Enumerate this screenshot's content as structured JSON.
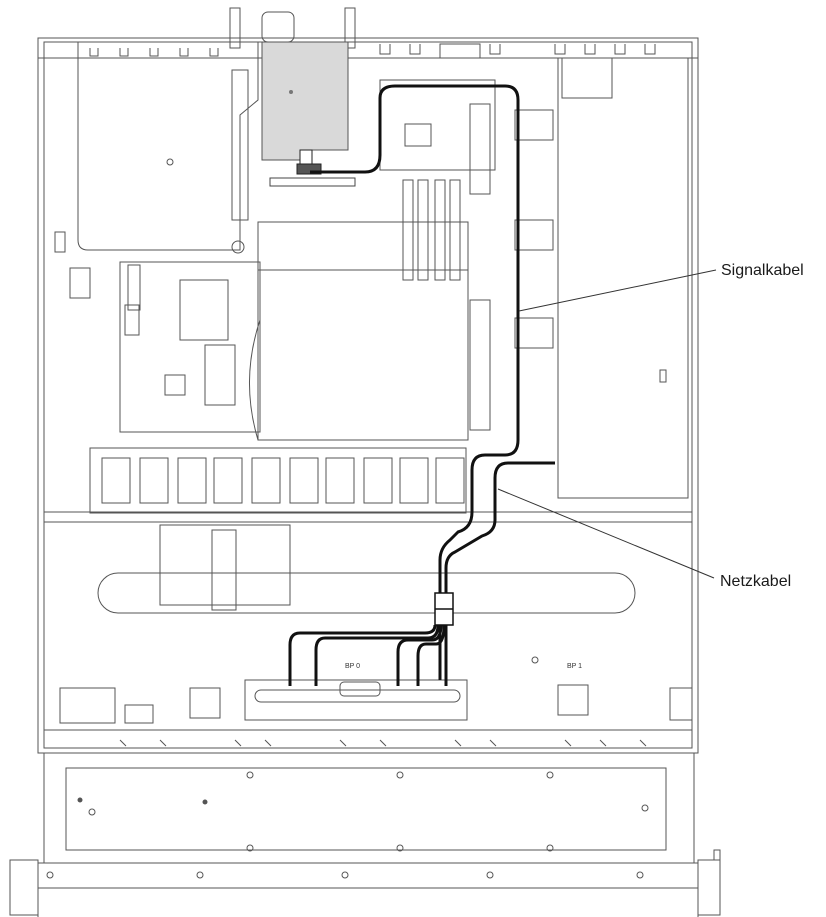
{
  "callouts": {
    "signal_cable": "Signalkabel",
    "power_cable": "Netzkabel"
  },
  "board_labels": {
    "backplane_0": "BP 0",
    "backplane_1": "BP 1"
  },
  "colors": {
    "line": "#555555",
    "cable": "#111111",
    "shade": "#d9d9d9",
    "dark_shade": "#9a9a9a"
  }
}
